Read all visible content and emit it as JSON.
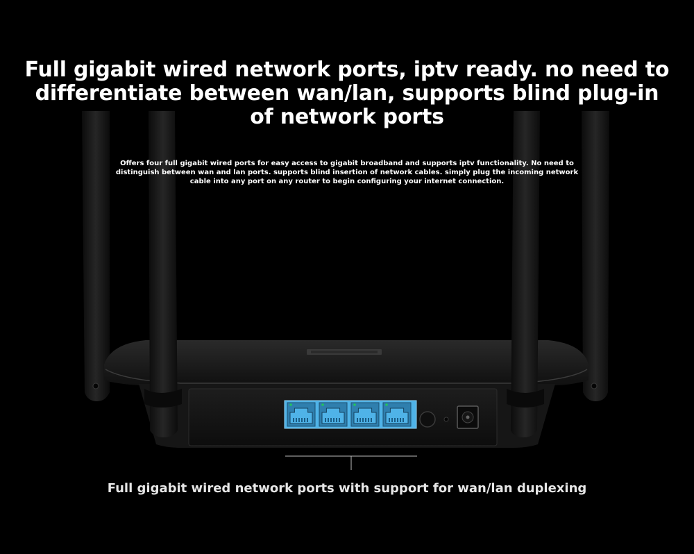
{
  "headline": "Full gigabit wired network ports, iptv ready. no need to differentiate between wan/lan, supports blind plug-in of network ports",
  "description": "Offers four full gigabit wired ports for easy access to gigabit broadband and supports iptv functionality. No need to distinguish between wan and lan ports. supports blind insertion of network cables. simply plug the incoming network cable into any port on any router to begin configuring your internet connection.",
  "caption": "Full gigabit wired network ports with support for wan/lan duplexing",
  "router": {
    "ethernet_port_count": 4
  },
  "colors": {
    "background": "#000000",
    "text": "#ffffff",
    "port_highlight": "#4fb3e8",
    "status_led": "#22c55e"
  }
}
